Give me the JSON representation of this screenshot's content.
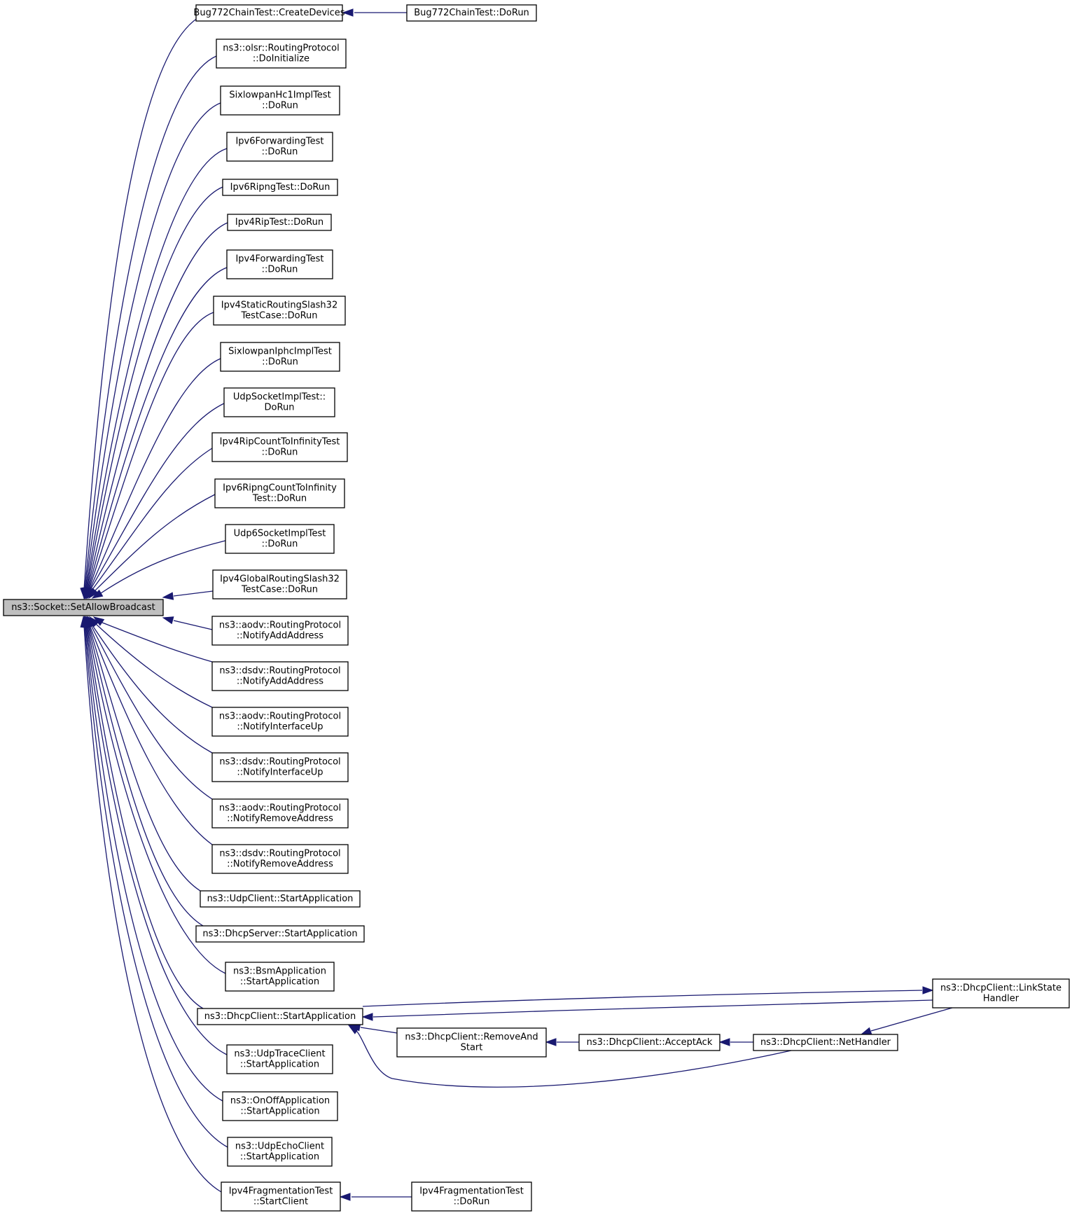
{
  "diagram": {
    "type": "call-graph",
    "root": "n0",
    "colors": {
      "edge": "#191970",
      "root_fill": "#bfbfbf",
      "node_fill": "#ffffff",
      "border": "#000000"
    },
    "nodes": [
      {
        "id": "n0",
        "lines": [
          "ns3::Socket::SetAllowBroadcast"
        ]
      },
      {
        "id": "n1",
        "lines": [
          "Bug772ChainTest::CreateDevices"
        ]
      },
      {
        "id": "n2",
        "lines": [
          "Bug772ChainTest::DoRun"
        ]
      },
      {
        "id": "n3",
        "lines": [
          "ns3::olsr::RoutingProtocol",
          "::DoInitialize"
        ]
      },
      {
        "id": "n4",
        "lines": [
          "SixlowpanHc1ImplTest",
          "::DoRun"
        ]
      },
      {
        "id": "n5",
        "lines": [
          "Ipv6ForwardingTest",
          "::DoRun"
        ]
      },
      {
        "id": "n6",
        "lines": [
          "Ipv6RipngTest::DoRun"
        ]
      },
      {
        "id": "n7",
        "lines": [
          "Ipv4RipTest::DoRun"
        ]
      },
      {
        "id": "n8",
        "lines": [
          "Ipv4ForwardingTest",
          "::DoRun"
        ]
      },
      {
        "id": "n9",
        "lines": [
          "Ipv4StaticRoutingSlash32",
          "TestCase::DoRun"
        ]
      },
      {
        "id": "n10",
        "lines": [
          "SixlowpanIphcImplTest",
          "::DoRun"
        ]
      },
      {
        "id": "n11",
        "lines": [
          "UdpSocketImplTest::",
          "DoRun"
        ]
      },
      {
        "id": "n12",
        "lines": [
          "Ipv4RipCountToInfinityTest",
          "::DoRun"
        ]
      },
      {
        "id": "n13",
        "lines": [
          "Ipv6RipngCountToInfinity",
          "Test::DoRun"
        ]
      },
      {
        "id": "n14",
        "lines": [
          "Udp6SocketImplTest",
          "::DoRun"
        ]
      },
      {
        "id": "n15",
        "lines": [
          "Ipv4GlobalRoutingSlash32",
          "TestCase::DoRun"
        ]
      },
      {
        "id": "n16",
        "lines": [
          "ns3::aodv::RoutingProtocol",
          "::NotifyAddAddress"
        ]
      },
      {
        "id": "n17",
        "lines": [
          "ns3::dsdv::RoutingProtocol",
          "::NotifyAddAddress"
        ]
      },
      {
        "id": "n18",
        "lines": [
          "ns3::aodv::RoutingProtocol",
          "::NotifyInterfaceUp"
        ]
      },
      {
        "id": "n19",
        "lines": [
          "ns3::dsdv::RoutingProtocol",
          "::NotifyInterfaceUp"
        ]
      },
      {
        "id": "n20",
        "lines": [
          "ns3::aodv::RoutingProtocol",
          "::NotifyRemoveAddress"
        ]
      },
      {
        "id": "n21",
        "lines": [
          "ns3::dsdv::RoutingProtocol",
          "::NotifyRemoveAddress"
        ]
      },
      {
        "id": "n22",
        "lines": [
          "ns3::UdpClient::StartApplication"
        ]
      },
      {
        "id": "n23",
        "lines": [
          "ns3::DhcpServer::StartApplication"
        ]
      },
      {
        "id": "n24",
        "lines": [
          "ns3::BsmApplication",
          "::StartApplication"
        ]
      },
      {
        "id": "n25",
        "lines": [
          "ns3::DhcpClient::StartApplication"
        ]
      },
      {
        "id": "n26",
        "lines": [
          "ns3::UdpTraceClient",
          "::StartApplication"
        ]
      },
      {
        "id": "n27",
        "lines": [
          "ns3::OnOffApplication",
          "::StartApplication"
        ]
      },
      {
        "id": "n28",
        "lines": [
          "ns3::UdpEchoClient",
          "::StartApplication"
        ]
      },
      {
        "id": "n29",
        "lines": [
          "Ipv4FragmentationTest",
          "::StartClient"
        ]
      },
      {
        "id": "n30",
        "lines": [
          "Ipv4FragmentationTest",
          "::DoRun"
        ]
      },
      {
        "id": "n31",
        "lines": [
          "ns3::DhcpClient::LinkState",
          "Handler"
        ]
      },
      {
        "id": "n32",
        "lines": [
          "ns3::DhcpClient::RemoveAnd",
          "Start"
        ]
      },
      {
        "id": "n33",
        "lines": [
          "ns3::DhcpClient::AcceptAck"
        ]
      },
      {
        "id": "n34",
        "lines": [
          "ns3::DhcpClient::NetHandler"
        ]
      }
    ],
    "edges": [
      {
        "from": "n1",
        "to": "n0"
      },
      {
        "from": "n2",
        "to": "n1"
      },
      {
        "from": "n3",
        "to": "n0"
      },
      {
        "from": "n4",
        "to": "n0"
      },
      {
        "from": "n5",
        "to": "n0"
      },
      {
        "from": "n6",
        "to": "n0"
      },
      {
        "from": "n7",
        "to": "n0"
      },
      {
        "from": "n8",
        "to": "n0"
      },
      {
        "from": "n9",
        "to": "n0"
      },
      {
        "from": "n10",
        "to": "n0"
      },
      {
        "from": "n11",
        "to": "n0"
      },
      {
        "from": "n12",
        "to": "n0"
      },
      {
        "from": "n13",
        "to": "n0"
      },
      {
        "from": "n14",
        "to": "n0"
      },
      {
        "from": "n15",
        "to": "n0"
      },
      {
        "from": "n16",
        "to": "n0"
      },
      {
        "from": "n17",
        "to": "n0"
      },
      {
        "from": "n18",
        "to": "n0"
      },
      {
        "from": "n19",
        "to": "n0"
      },
      {
        "from": "n20",
        "to": "n0"
      },
      {
        "from": "n21",
        "to": "n0"
      },
      {
        "from": "n22",
        "to": "n0"
      },
      {
        "from": "n23",
        "to": "n0"
      },
      {
        "from": "n24",
        "to": "n0"
      },
      {
        "from": "n25",
        "to": "n0"
      },
      {
        "from": "n26",
        "to": "n0"
      },
      {
        "from": "n27",
        "to": "n0"
      },
      {
        "from": "n28",
        "to": "n0"
      },
      {
        "from": "n29",
        "to": "n0"
      },
      {
        "from": "n30",
        "to": "n29"
      },
      {
        "from": "n25",
        "to": "n31"
      },
      {
        "from": "n31",
        "to": "n25"
      },
      {
        "from": "n32",
        "to": "n25"
      },
      {
        "from": "n34",
        "to": "n25"
      },
      {
        "from": "n33",
        "to": "n32"
      },
      {
        "from": "n34",
        "to": "n33"
      },
      {
        "from": "n31",
        "to": "n34"
      }
    ]
  }
}
